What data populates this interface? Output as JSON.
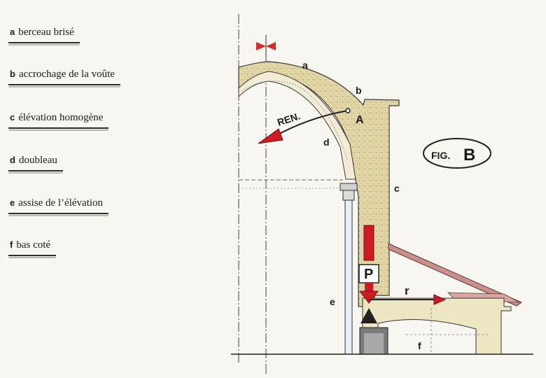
{
  "legend": [
    {
      "key": "a",
      "text": "berceau brisé"
    },
    {
      "key": "b",
      "text": "accrochage de la voûte"
    },
    {
      "key": "c",
      "text": "élévation homogène"
    },
    {
      "key": "d",
      "text": "doubleau"
    },
    {
      "key": "e",
      "text": "assise de l’élévation"
    },
    {
      "key": "f",
      "text": "bas coté"
    }
  ],
  "figure": {
    "label": "FIG.",
    "letter": "B"
  },
  "labels": {
    "a": "a",
    "b": "b",
    "c": "c",
    "d": "d",
    "e": "e",
    "f": "f",
    "A": "A",
    "ren": "REN.",
    "p": "P",
    "r": "r"
  },
  "colors": {
    "masonry": "#e3d6a6",
    "arrow": "#cc1b24",
    "roof": "#c98f8a",
    "dark": "#222222"
  }
}
